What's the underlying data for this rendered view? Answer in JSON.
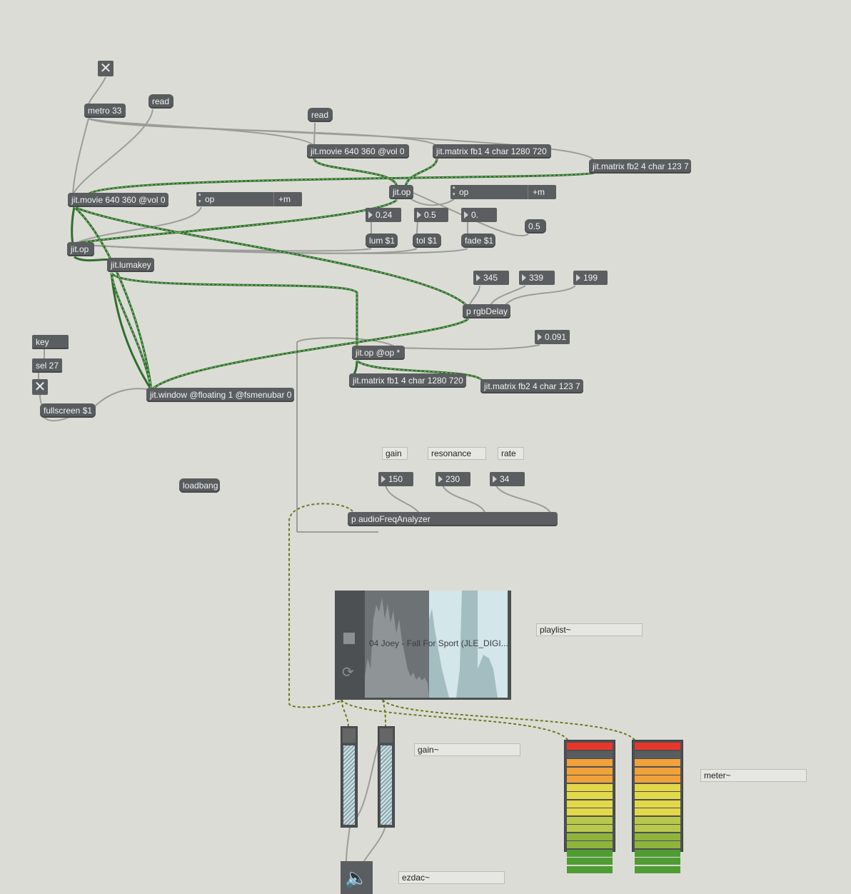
{
  "objects": {
    "metro": "metro 33",
    "read_left": "read",
    "read_top": "read",
    "movie_top": "jit.movie 640 360 @vol 0",
    "matrix_fb1_top": "jit.matrix fb1 4 char 1280 720",
    "matrix_fb2_top": "jit.matrix fb2 4 char 123 7",
    "movie_left": "jit.movie 640 360 @vol 0",
    "jitop_center": "jit.op",
    "jitop_left": "jit.op",
    "lumakey": "jit.lumakey",
    "lum_msg": "lum $1",
    "tol_msg": "tol $1",
    "fade_msg": "fade $1",
    "rgbdelay": "p rgbDelay",
    "jitop_mult": "jit.op @op *",
    "matrix_fb1_bottom": "jit.matrix fb1 4 char 1280 720",
    "matrix_fb2_bottom": "jit.matrix fb2 4 char 123 7",
    "key": "key",
    "sel": "sel 27",
    "fullscreen_msg": "fullscreen $1",
    "window": "jit.window @floating 1 @fsmenubar 0",
    "loadbang": "loadbang",
    "audio_analyzer": "p audioFreqAnalyzer"
  },
  "attrui": {
    "left": {
      "name": "op",
      "value": "+m"
    },
    "center": {
      "name": "op",
      "value": "+m"
    }
  },
  "numbers": {
    "lum": "0.24",
    "tol": "0.5",
    "fade": "0.",
    "float_right": "0.5",
    "delay_r": "345",
    "delay_g": "339",
    "delay_b": "199",
    "mult": "0.091",
    "gain": "150",
    "resonance": "230",
    "rate": "34"
  },
  "comments": {
    "gain": "gain",
    "resonance": "resonance",
    "rate": "rate",
    "playlist": "playlist~",
    "gain_tilde": "gain~",
    "meter_tilde": "meter~",
    "ezdac_tilde": "ezdac~"
  },
  "playlist": {
    "track": "04 Joey - Fall For Sport (JLE_DIGI..."
  },
  "meter_colors": [
    "#e8362a",
    "#5a5d60",
    "#f0a13a",
    "#f0a13a",
    "#f0a13a",
    "#e2d84a",
    "#e2d84a",
    "#e2d84a",
    "#e2d84a",
    "#b8c84a",
    "#b8c84a",
    "#8fb43e",
    "#8fb43e",
    "#4f9c33",
    "#4f9c33",
    "#4f9c33"
  ],
  "colors": {
    "background": "#dcdcd6",
    "object": "#5b5e60",
    "matrix_cable": "#3f8a3a",
    "cable": "#9a9a98",
    "audio_cable": "#7f8a2a"
  }
}
